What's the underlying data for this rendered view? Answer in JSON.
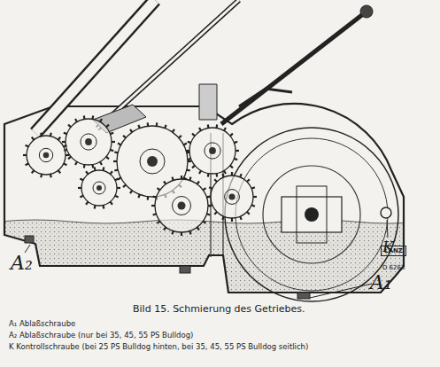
{
  "diagram": {
    "caption": "Bild 15. Schmierung des Getriebes.",
    "nodes": [
      {
        "text": [
          "LANZ",
          "D 6263"
        ]
      }
    ],
    "labels": [
      "A₂",
      "A₁",
      "K",
      "A₁ Ablaßschraube",
      "A₂ Ablaßschraube (nur bei 35, 45, 55 PS Bulldog)",
      "K Kontrollschraube (bei 25 PS Bulldog hinten, bei 35, 45, 55 PS Bulldog seitlich)"
    ]
  }
}
